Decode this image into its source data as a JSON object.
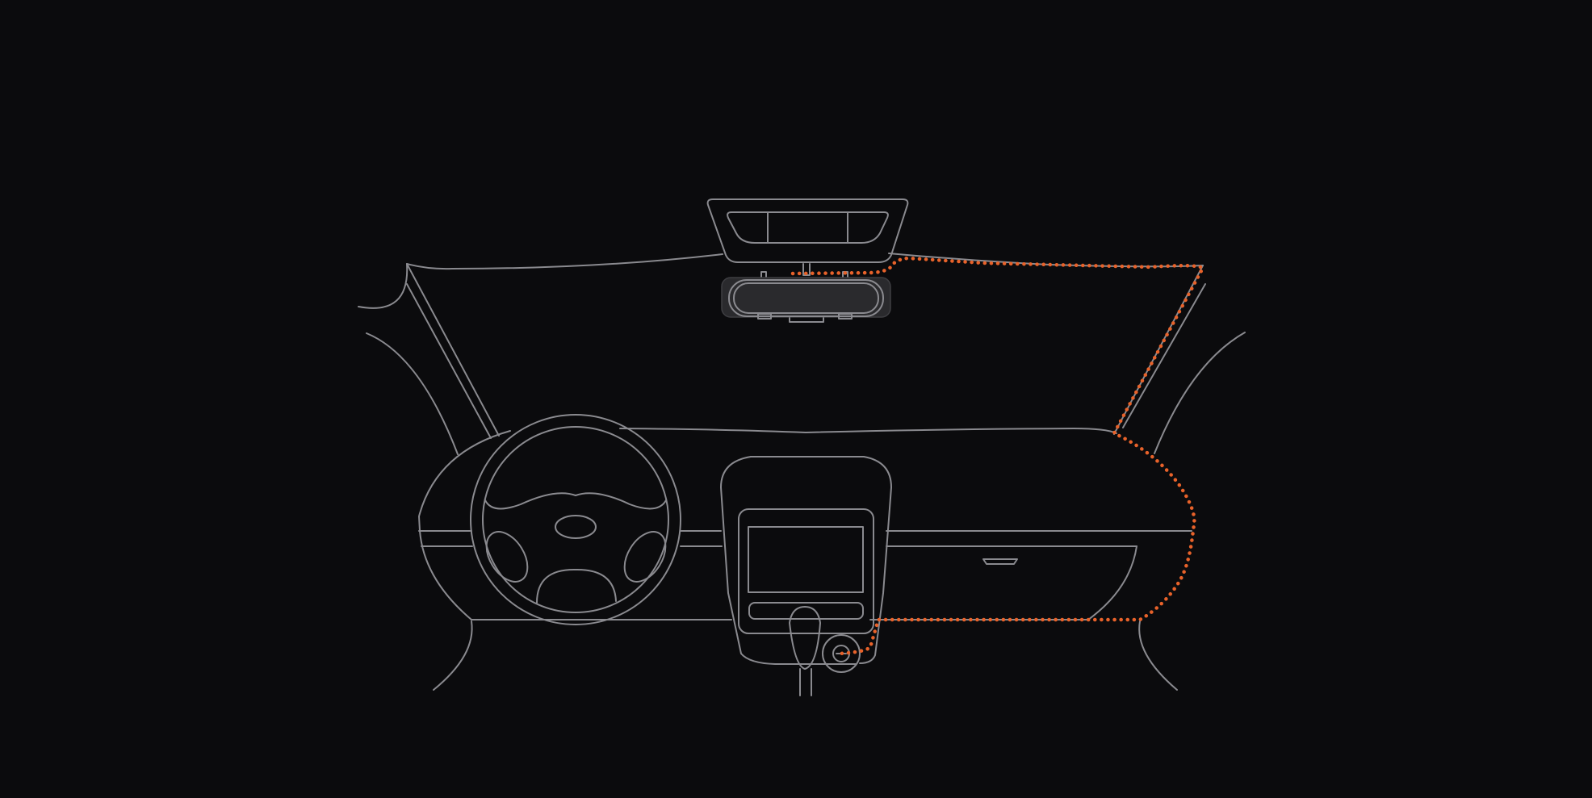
{
  "diagram": {
    "kind": "dash-cam-hardwire-cable-route",
    "colors": {
      "background": "#0b0b0d",
      "outline": "#8a8a8f",
      "route": "#e8622a",
      "device_fill": "#2a2a2d"
    },
    "route_segments": [
      "rear-view-mirror-mount",
      "windshield-headliner-edge",
      "a-pillar-passenger-side",
      "dashboard-side-panel",
      "glovebox-lower-edge",
      "power-socket"
    ],
    "icons": [
      "overhead-console-icon",
      "dash-cam-icon",
      "steering-wheel-icon",
      "gear-shifter-icon",
      "power-socket-icon",
      "glovebox-handle-icon"
    ]
  }
}
